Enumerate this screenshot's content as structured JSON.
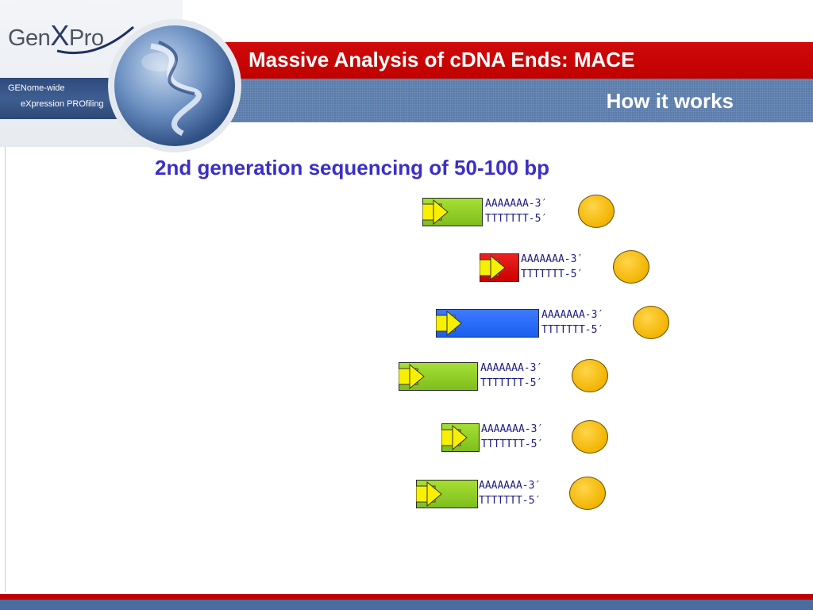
{
  "brand": {
    "logo_prefix": "Gen",
    "logo_x": "X",
    "logo_suffix": "Pro",
    "tagline_line1": "GENome-wide",
    "tagline_line2": "eXpression PROfiling"
  },
  "header": {
    "title": "Massive Analysis of cDNA Ends: MACE",
    "subtitle": "How it works",
    "colors": {
      "red_bar": "#c00000",
      "blue_bar": "#5a7cab"
    }
  },
  "main": {
    "heading": "2nd generation sequencing of 50-100 bp",
    "reads": [
      {
        "color": "green",
        "seq_top": "AAAAAAA-3′",
        "seq_bottom": "TTTTTTT-5′"
      },
      {
        "color": "red",
        "seq_top": "AAAAAAA-3′",
        "seq_bottom": "TTTTTTT-5′"
      },
      {
        "color": "blue",
        "seq_top": "AAAAAAA-3′",
        "seq_bottom": "TTTTTTT-5′"
      },
      {
        "color": "green",
        "seq_top": "AAAAAAA-3′",
        "seq_bottom": "TTTTTTT-5′"
      },
      {
        "color": "green",
        "seq_top": "AAAAAAA-3′",
        "seq_bottom": "TTTTTTT-5′"
      },
      {
        "color": "green",
        "seq_top": "AAAAAAA-3′",
        "seq_bottom": "TTTTTTT-5′"
      }
    ]
  }
}
